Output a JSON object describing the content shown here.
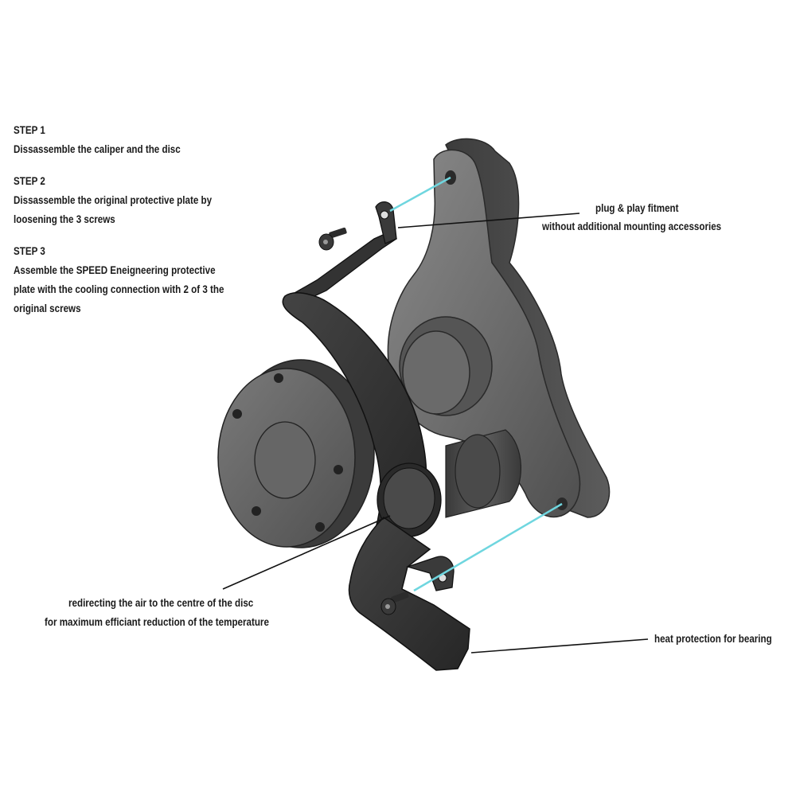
{
  "steps": [
    {
      "title": "STEP 1",
      "lines": [
        "Dissassemble the caliper and the disc"
      ]
    },
    {
      "title": "STEP 2",
      "lines": [
        "Dissassemble the original protective plate by",
        "loosening the 3 screws"
      ]
    },
    {
      "title": "STEP 3",
      "lines": [
        "Assemble the SPEED Eneigneering protective",
        "plate with the cooling connection with 2 of 3 the",
        "original screws"
      ]
    }
  ],
  "callouts": {
    "plug_play": [
      "plug & play fitment",
      "without additional mounting accessories"
    ],
    "air": [
      "redirecting the air to the centre of the disc",
      "for maximum efficiant reduction of the temperature"
    ],
    "heat": [
      "heat protection for bearing"
    ]
  },
  "colors": {
    "background": "#ffffff",
    "text": "#1a1a1a",
    "leader_line": "#111111",
    "guide_line": "#6fd6df",
    "bracket_metal": "#6e6e6e",
    "plate_metal": "#2f2f2f",
    "hub_metal": "#5a5a5a"
  }
}
